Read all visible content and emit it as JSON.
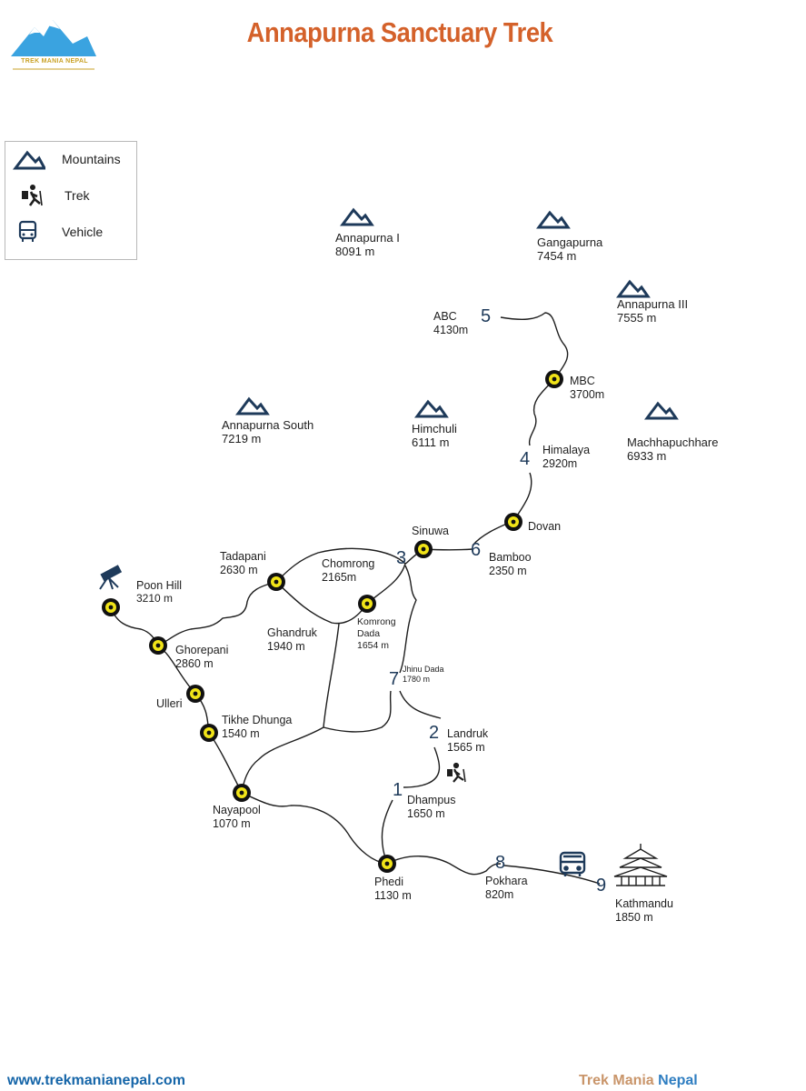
{
  "title": "Annapurna Sanctuary Trek",
  "logo": {
    "text": "TREK MANIA NEPAL",
    "icon": "mountain-logo-icon"
  },
  "legend": [
    {
      "icon": "mountain-icon",
      "label": "Mountains"
    },
    {
      "icon": "trekker-icon",
      "label": "Trek"
    },
    {
      "icon": "bus-icon",
      "label": "Vehicle"
    }
  ],
  "mountains": [
    {
      "name": "Annapurna I",
      "altitude": "8091 m"
    },
    {
      "name": "Gangapurna",
      "altitude": "7454 m"
    },
    {
      "name": "Annapurna III",
      "altitude": "7555 m"
    },
    {
      "name": "Annapurna South",
      "altitude": "7219 m"
    },
    {
      "name": "Himchuli",
      "altitude": "6111 m"
    },
    {
      "name": "Machhapuchhare",
      "altitude": "6933 m"
    }
  ],
  "places": {
    "abc": {
      "name": "ABC",
      "altitude": "4130m"
    },
    "mbc": {
      "name": "MBC",
      "altitude": "3700m"
    },
    "himalaya": {
      "name": "Himalaya",
      "altitude": "2920m"
    },
    "dovan": {
      "name": "Dovan"
    },
    "sinuwa": {
      "name": "Sinuwa"
    },
    "bamboo": {
      "name": "Bamboo",
      "altitude": "2350 m"
    },
    "chomrong": {
      "name": "Chomrong",
      "altitude": "2165m"
    },
    "tadapani": {
      "name": "Tadapani",
      "altitude": "2630 m"
    },
    "poonhill": {
      "name": "Poon Hill",
      "altitude": "3210 m"
    },
    "ghorepani": {
      "name": "Ghorepani",
      "altitude": "2860 m"
    },
    "ghandruk": {
      "name": "Ghandruk",
      "altitude": "1940 m"
    },
    "komrong": {
      "name": "Komrong",
      "name2": "Dada",
      "altitude": "1654 m"
    },
    "jhinu": {
      "name": "Jhinu Dada",
      "altitude": "1780 m"
    },
    "ulleri": {
      "name": "Ulleri"
    },
    "tikhedhunga": {
      "name": "Tikhe Dhunga",
      "altitude": "1540 m"
    },
    "landruk": {
      "name": "Landruk",
      "altitude": "1565 m"
    },
    "dhampus": {
      "name": "Dhampus",
      "altitude": "1650 m"
    },
    "nayapool": {
      "name": "Nayapool",
      "altitude": "1070 m"
    },
    "phedi": {
      "name": "Phedi",
      "altitude": "1130 m"
    },
    "pokhara": {
      "name": "Pokhara",
      "altitude": "820m"
    },
    "kathmandu": {
      "name": "Kathmandu",
      "altitude": "1850 m"
    }
  },
  "day_numbers": [
    "1",
    "2",
    "3",
    "4",
    "5",
    "6",
    "7",
    "8",
    "9"
  ],
  "footer": {
    "url": "www.trekmanianepal.com",
    "brand_part1": "Trek Mania",
    "brand_part2": "Nepal"
  },
  "colors": {
    "title": "#d4612a",
    "route": "#1e1e1e",
    "node_fill": "#f1e418",
    "icon": "#1e3a5a",
    "url": "#1565a8",
    "brand_a": "#c9956a",
    "brand_b": "#2f7ec1"
  }
}
